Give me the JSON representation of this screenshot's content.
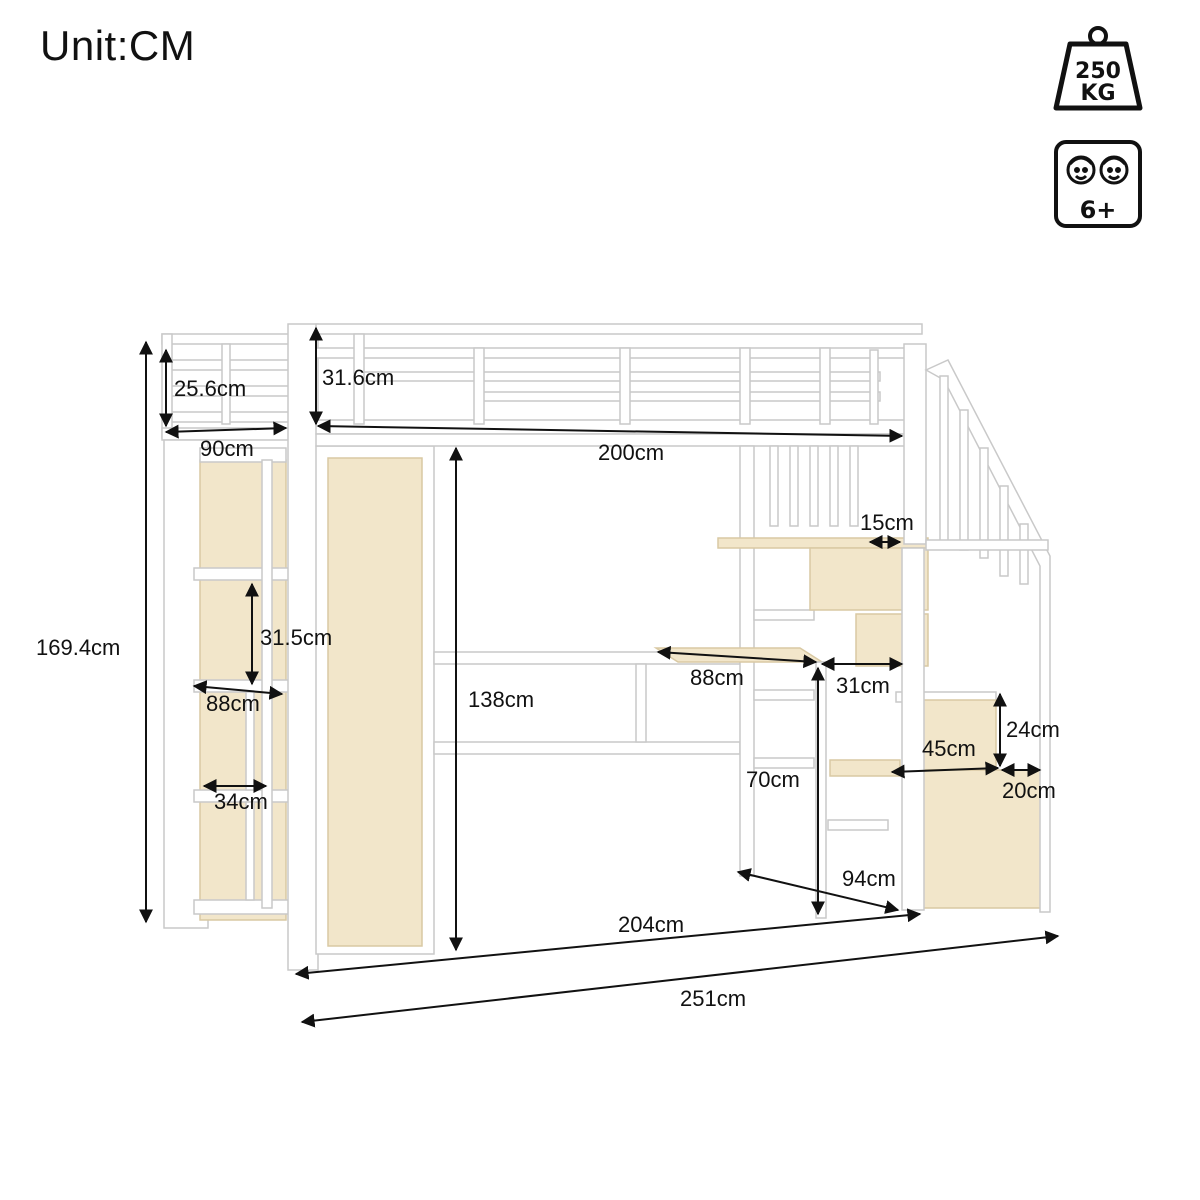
{
  "unit_label": "Unit:CM",
  "badges": {
    "weight": {
      "icon": "weight-icon",
      "line1": "250",
      "line2": "KG"
    },
    "age": {
      "icon": "kids-age-icon",
      "label": "6+"
    }
  },
  "dimensions": {
    "guardrail_left": "25.6cm",
    "guardrail_height": "31.6cm",
    "left_width": "90cm",
    "bed_length": "200cm",
    "total_height": "169.4cm",
    "shelf_gap": "31.5cm",
    "shelf_width": "88cm",
    "shelf_depth": "34cm",
    "under_bed_height": "138cm",
    "desk_width": "88cm",
    "top_shelf_depth": "15cm",
    "step_depth": "31cm",
    "step_height": "24cm",
    "step_width": "45cm",
    "step_offset": "20cm",
    "desk_height": "70cm",
    "desk_depth": "94cm",
    "bed_width_total": "204cm",
    "overall_length": "251cm"
  },
  "colors": {
    "frame": "#ffffff",
    "frame_edge": "#c9c9c9",
    "wood": "#f2e6ca",
    "wood_edge": "#d9c9a3",
    "ink": "#111111"
  }
}
